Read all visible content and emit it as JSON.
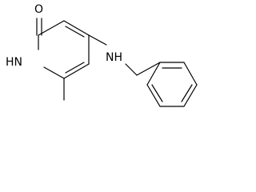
{
  "molecule": {
    "atoms": {
      "carbonyl_oxygen": "O",
      "ring_nitrogen": "HN",
      "amine_nitrogen": "NH"
    }
  }
}
